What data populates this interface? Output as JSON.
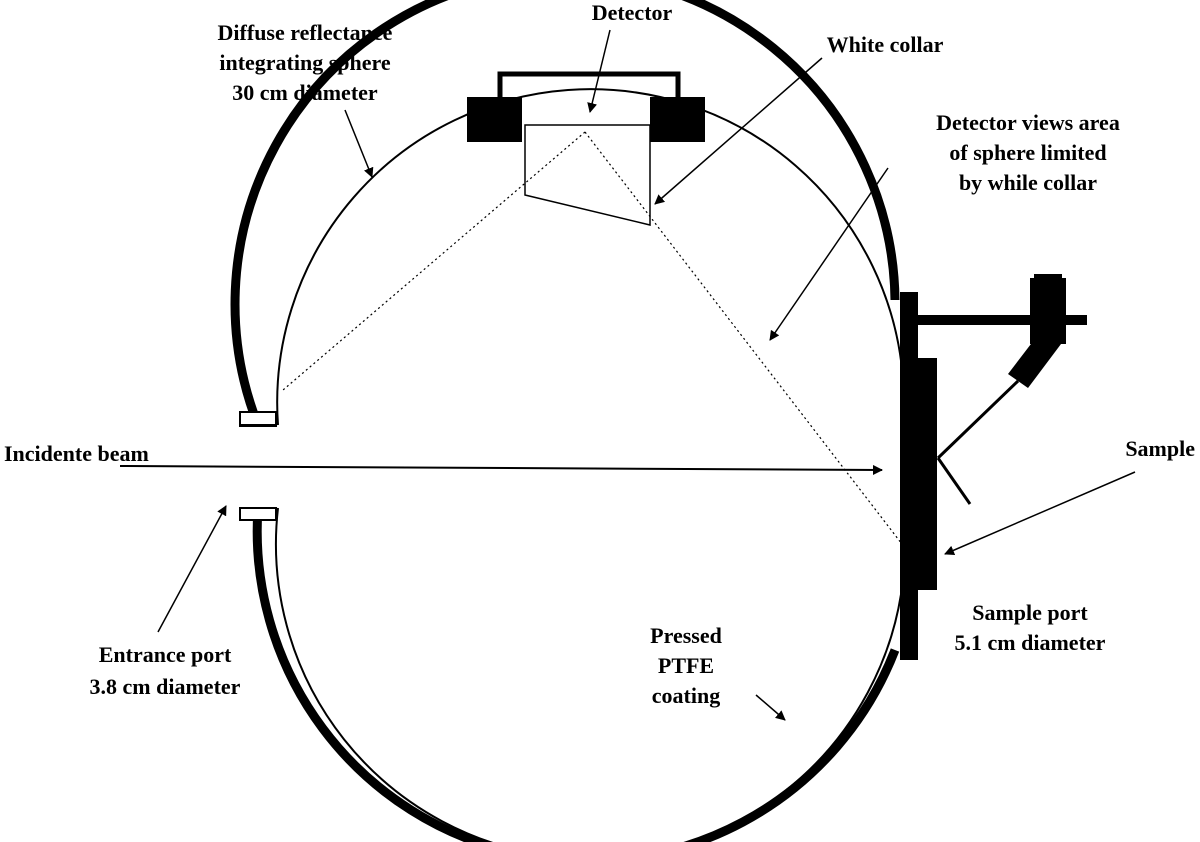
{
  "labels": {
    "sphere_line1": "Diffuse reflectance",
    "sphere_line2": "integrating sphere",
    "sphere_line3": "30 cm diameter",
    "detector": "Detector",
    "white_collar": "White collar",
    "views_line1": "Detector views area",
    "views_line2": "of sphere limited",
    "views_line3": "by while collar",
    "incident_beam": "Incidente beam",
    "sample": "Sample",
    "sample_port_line1": "Sample port",
    "sample_port_line2": "5.1 cm diameter",
    "entrance_line1": "Entrance port",
    "entrance_line2": "3.8 cm diameter",
    "ptfe_line1": "Pressed",
    "ptfe_line2": "PTFE",
    "ptfe_line3": "coating"
  },
  "colors": {
    "ink": "#000000",
    "background": "#ffffff"
  }
}
